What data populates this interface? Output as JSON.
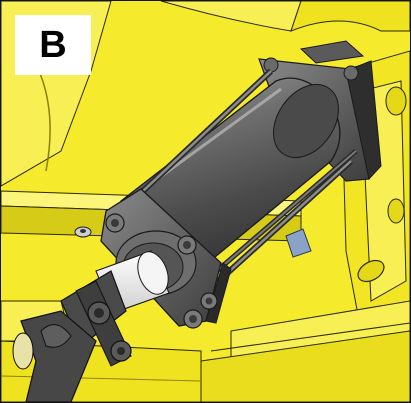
{
  "figure": {
    "panel_label": "B",
    "colors": {
      "frame": "#f5ea2c",
      "frame_shadow": "#c9bd12",
      "frame_highlight": "#fbf57a",
      "cylinder": "#5e5e5e",
      "cylinder_dark": "#3a3a3a",
      "cylinder_light": "#9a9a9a",
      "rod": "#f2f2f2",
      "linkage": "#4a4a4a",
      "fitting": "#8aa2c8"
    },
    "parts": [
      "yellow-frame",
      "hydraulic-cylinder",
      "tie-rods",
      "end-plates",
      "piston-rod",
      "clevis-linkage",
      "hydraulic-fitting",
      "bolts"
    ]
  }
}
